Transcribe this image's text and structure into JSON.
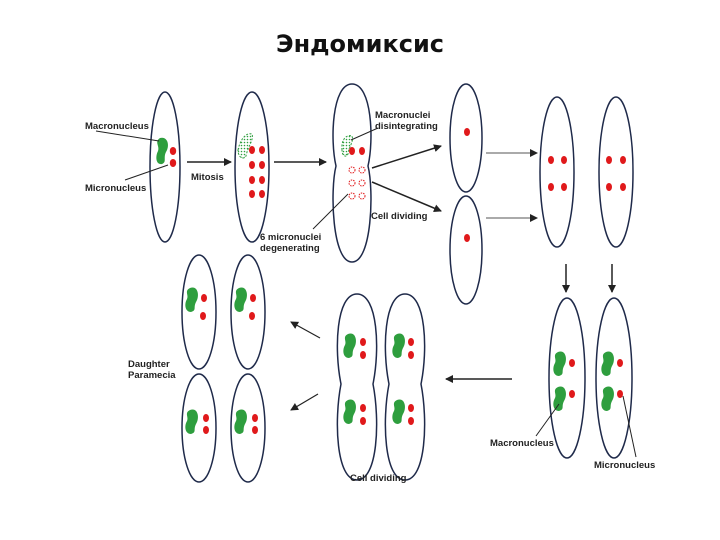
{
  "title": "Эндомиксис",
  "labels": {
    "macronucleus": "Macronucleus",
    "micronucleus": "Micronucleus",
    "mitosis": "Mitosis",
    "macro_disintegrating_1": "Macronuclei",
    "macro_disintegrating_2": "disintegrating",
    "six_micro_1": "6 micronuclei",
    "six_micro_2": "degenerating",
    "cell_dividing_top": "Cell dividing",
    "daughter_1": "Daughter",
    "daughter_2": "Paramecia",
    "macronucleus_bottom": "Macronucleus",
    "micronucleus_bottom": "Micronucleus",
    "cell_dividing_bottom": "Cell dividing"
  },
  "colors": {
    "cell_stroke": "#1f2a4a",
    "macronucleus": "#2e9e3e",
    "micronucleus": "#e0191b"
  }
}
